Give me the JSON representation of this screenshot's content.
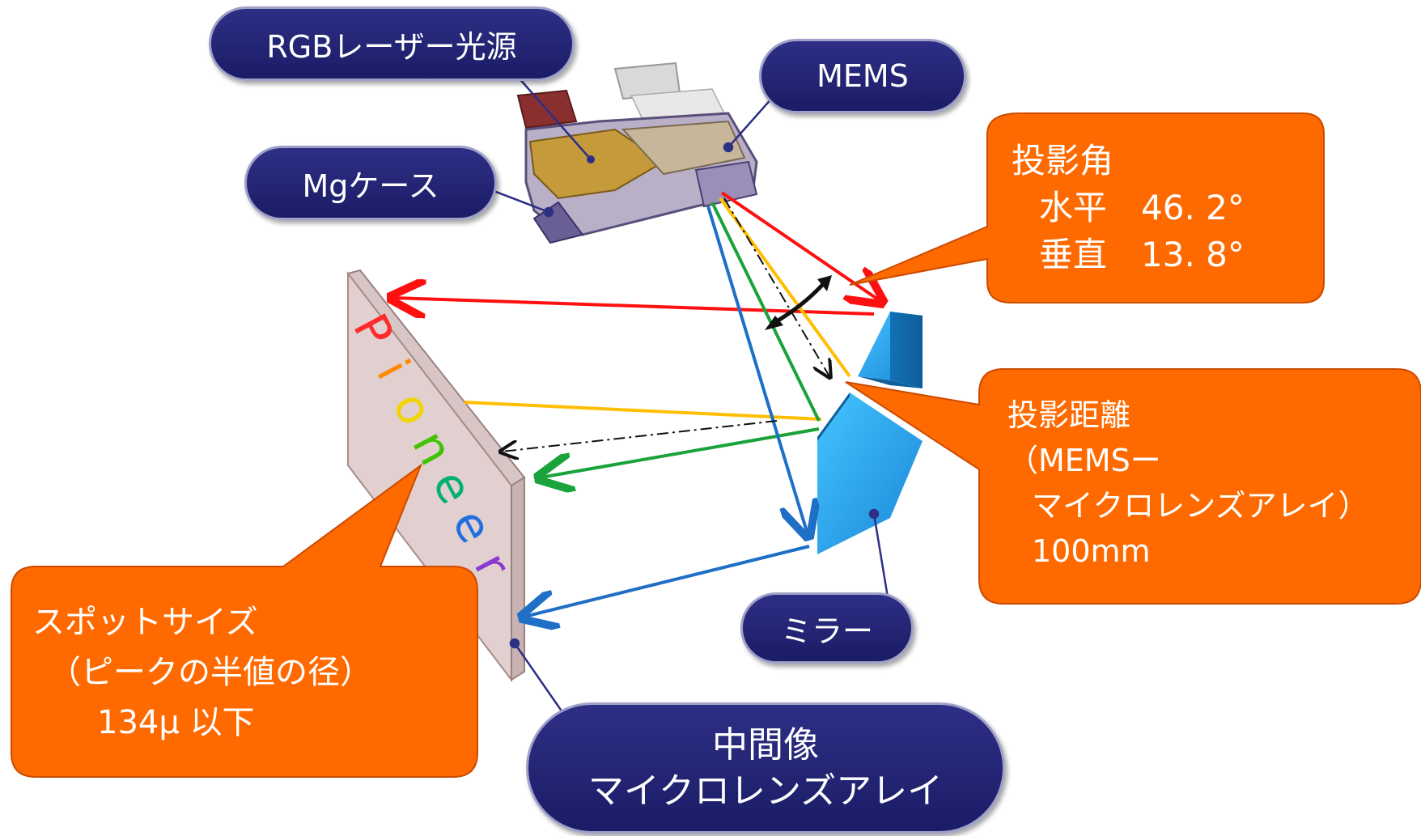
{
  "colors": {
    "pill_fill": "#1e1f6e",
    "pill_border": "#9ea0c8",
    "callout_fill": "#ff6a00",
    "mirror_blue": "#1e8fe0",
    "ray_red": "#ff1010",
    "ray_yellow": "#ffbf00",
    "ray_green": "#1aa33a",
    "ray_blue": "#1f6fc7",
    "screen_fill": "#e2cfcf"
  },
  "labels": {
    "rgb_laser": "RGBレーザー光源",
    "mems": "MEMS",
    "mg_case": "Mgケース",
    "mirror": "ミラー",
    "intermediate_line1": "中間像",
    "intermediate_line2": "マイクロレンズアレイ"
  },
  "callouts": {
    "projection_angle": {
      "title": "投影角",
      "horizontal": "水平　46. 2°",
      "vertical": "垂直　13. 8°"
    },
    "projection_distance": {
      "title": "投影距離",
      "line1": "（MEMSー",
      "line2": "マイクロレンズアレイ）",
      "line3": "100mm"
    },
    "spot_size": {
      "title": "スポットサイズ",
      "line1": "（ピークの半値の径）",
      "line2": "134μ 以下"
    }
  },
  "screen_text": "Pioneer",
  "screen_letters": [
    "P",
    "i",
    "o",
    "n",
    "e",
    "e",
    "r"
  ],
  "screen_letter_colors": [
    "#ff2a2a",
    "#ff8a00",
    "#f2d400",
    "#3ec400",
    "#00b070",
    "#1e6ee0",
    "#8a3ad0"
  ]
}
